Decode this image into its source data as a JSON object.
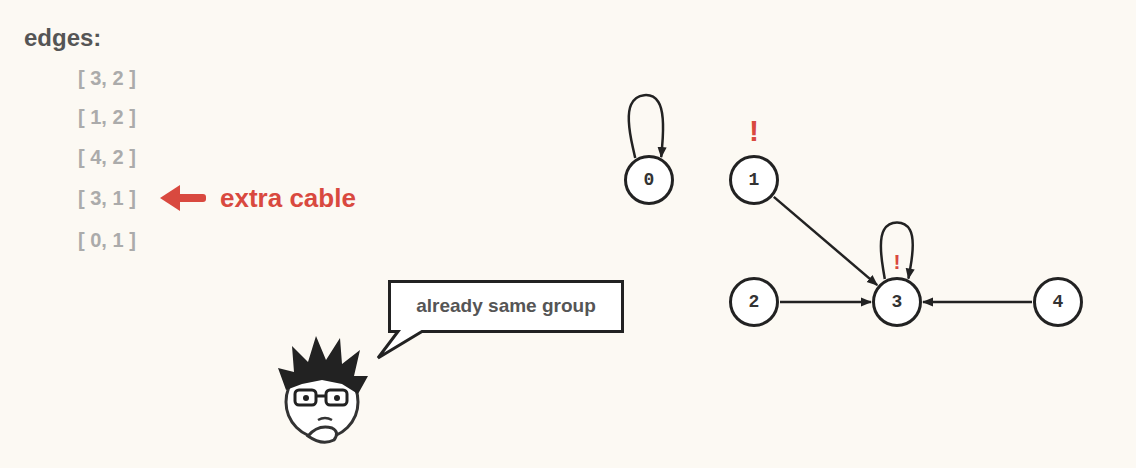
{
  "diagram": {
    "title": "edges:",
    "nodes": [
      {
        "text": [
          "0"
        ]
      },
      {
        "text": [
          "1"
        ]
      },
      {
        "text": [
          "already same group"
        ]
      },
      {
        "text": [
          "2"
        ]
      },
      {
        "text": [
          "3"
        ]
      },
      {
        "text": [
          "4"
        ]
      }
    ],
    "edges": [
      {
        "from": 1,
        "to": 4,
        "arrow": "to"
      },
      {
        "from": 3,
        "to": 4,
        "arrow": "to"
      },
      {
        "from": 5,
        "to": 4,
        "arrow": "to"
      },
      {
        "from": 0,
        "to": 0,
        "arrow": "to"
      },
      {
        "from": 4,
        "to": 4,
        "arrow": "to"
      }
    ],
    "labels": [
      "[ 3, 2 ]",
      "[ 1, 2 ]",
      "[ 4, 2 ]",
      "[ 3, 1 ]",
      "extra cable",
      "[ 0, 1 ]",
      "!",
      "!"
    ]
  }
}
